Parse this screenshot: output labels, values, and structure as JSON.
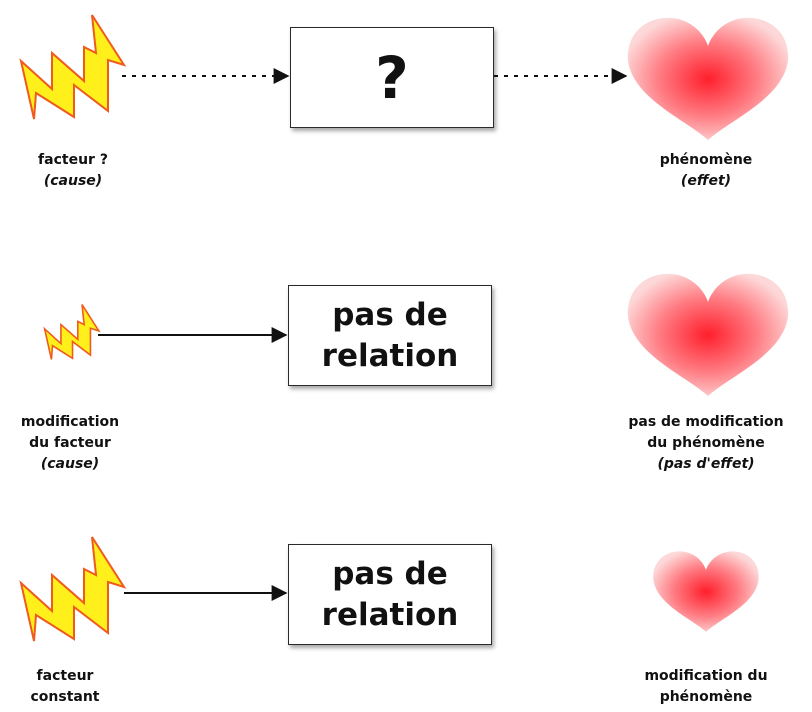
{
  "rows": [
    {
      "box_text": [
        "?"
      ],
      "cause_caption": {
        "lines": [
          "facteur ?"
        ],
        "italic": "(cause)"
      },
      "effect_caption": {
        "lines": [
          "phénomène"
        ],
        "italic": "(effet)"
      }
    },
    {
      "box_text": [
        "pas de",
        "relation"
      ],
      "cause_caption": {
        "lines": [
          "modification",
          "du facteur"
        ],
        "italic": "(cause)"
      },
      "effect_caption": {
        "lines": [
          "pas de modification",
          "du phénomène"
        ],
        "italic": "(pas d'effet)"
      }
    },
    {
      "box_text": [
        "pas de",
        "relation"
      ],
      "cause_caption": {
        "lines": [
          "facteur",
          "constant"
        ],
        "italic": ""
      },
      "effect_caption": {
        "lines": [
          "modification du",
          "phénomène"
        ],
        "italic": ""
      }
    }
  ],
  "colors": {
    "bolt_fill": "#ffef1a",
    "bolt_stroke": "#ef5a1d",
    "heart_center": "#ff1f2c",
    "heart_edge": "#fdd3d3",
    "arrow": "#111111"
  },
  "icons": {
    "cause": "lightning-bolt-icon",
    "effect": "heart-icon"
  }
}
